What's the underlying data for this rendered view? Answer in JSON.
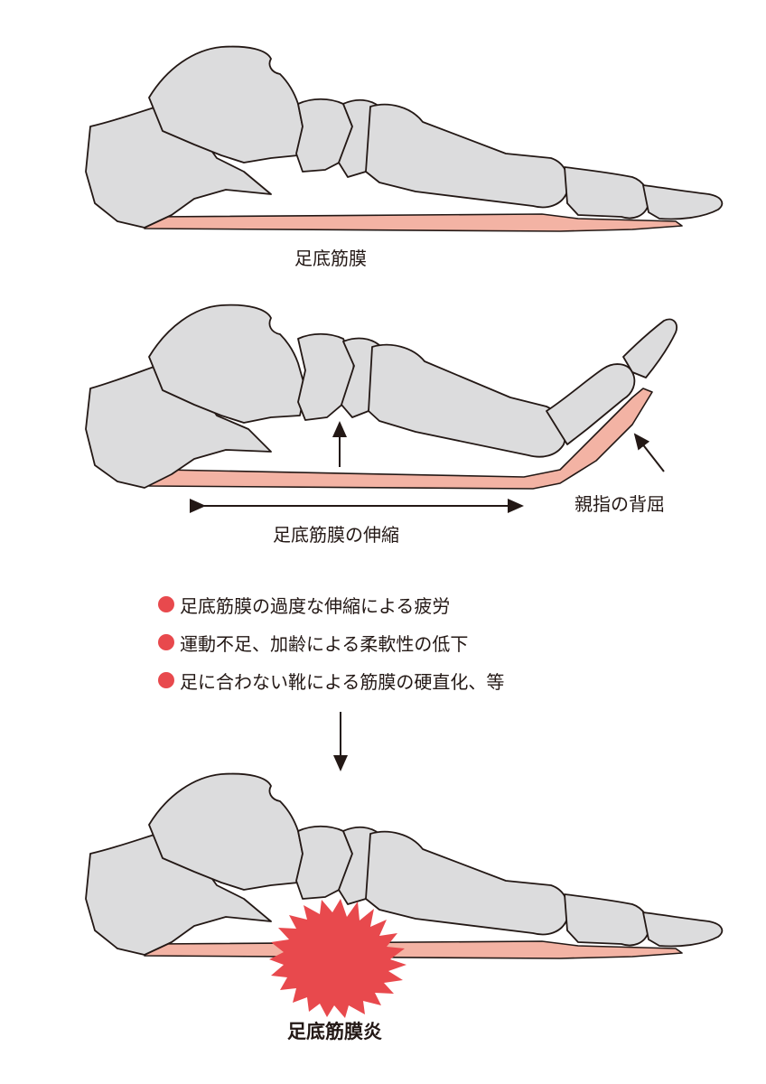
{
  "diagram": {
    "normal_label": "足底筋膜",
    "stretch_label": "足底筋膜の伸縮",
    "toe_label": "親指の背屈",
    "result_label": "足底筋膜炎",
    "causes": [
      "足底筋膜の過度な伸縮による疲労",
      "運動不足、加齢による柔軟性の低下",
      "足に合わない靴による筋膜の硬直化、等"
    ]
  },
  "colors": {
    "bone": "#dcdcdd",
    "fascia": "#f3b3a4",
    "bullet": "#e8494d",
    "inflammation": "#e8494d",
    "outline": "#231815"
  }
}
